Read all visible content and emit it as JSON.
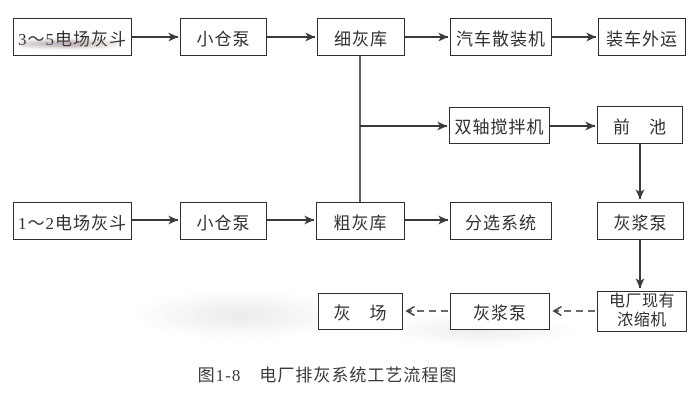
{
  "figure": {
    "caption": "图1-8　电厂排灰系统工艺流程图",
    "nodes": {
      "hopper_3_5": "3～5电场灰斗",
      "small_bin_pump_top": "小仓泵",
      "fine_ash_silo": "细灰库",
      "truck_bulk_loader": "汽车散装机",
      "load_transport_out": "装车外运",
      "twin_shaft_mixer": "双轴搅拌机",
      "front_pool": "前　池",
      "hopper_1_2": "1～2电场灰斗",
      "small_bin_pump_bottom": "小仓泵",
      "coarse_ash_silo": "粗灰库",
      "sorting_system": "分选系统",
      "slurry_pump_right": "灰浆泵",
      "existing_thickener_line1": "电厂现有",
      "existing_thickener_line2": "浓缩机",
      "slurry_pump_bottom": "灰浆泵",
      "ash_yard": "灰　场"
    },
    "colors": {
      "line": "#3a3a3a",
      "border": "#2f2f2f",
      "text": "#303030",
      "background": "#ffffff"
    }
  }
}
